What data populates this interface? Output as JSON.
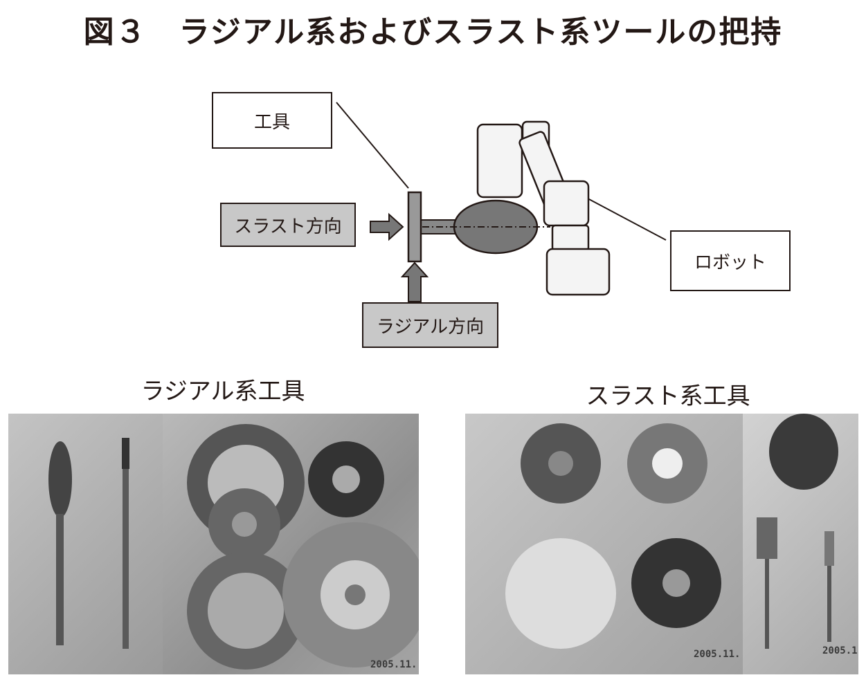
{
  "title": "図３　ラジアル系およびスラスト系ツールの把持",
  "diagram": {
    "tool_label": "工具",
    "thrust_label": "スラスト方向",
    "radial_label": "ラジアル方向",
    "robot_label": "ロボット"
  },
  "captions": {
    "radial_tools": "ラジアル系工具",
    "thrust_tools": "スラスト系工具"
  },
  "photos": {
    "left_stamp": "2005.11.",
    "right_stamp_1": "2005.11.",
    "right_stamp_2": "2005.1"
  }
}
